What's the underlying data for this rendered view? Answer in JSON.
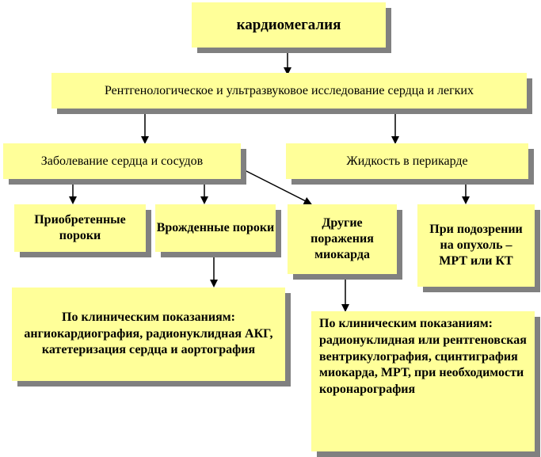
{
  "nodes": {
    "root": "кардиомегалия",
    "exam": "Рентгенологическое и ультразвуковое исследование сердца и легких",
    "heart_vessels": "Заболевание сердца и сосудов",
    "pericardial_fluid": "Жидкость в перикарде",
    "acquired": "Приобретенные пороки",
    "congenital": "Врожденные пороки",
    "other_myocardium": "Другие поражения миокарда",
    "tumor": "При подозрении на опухоль – МРТ или КТ",
    "congenital_note": "По клиническим показаниям: ангиокардиография, радионуклидная АКГ, катетеризация сердца и аортография",
    "myocardium_note": "По клиническим показаниям: радионуклидная или рентгеновская вентрикулография, сцинтиграфия миокарда, МРТ, при необходимости коронарография"
  },
  "colors": {
    "box_fill": "#ffff99",
    "shadow": "#808080",
    "edge": "#000000"
  }
}
